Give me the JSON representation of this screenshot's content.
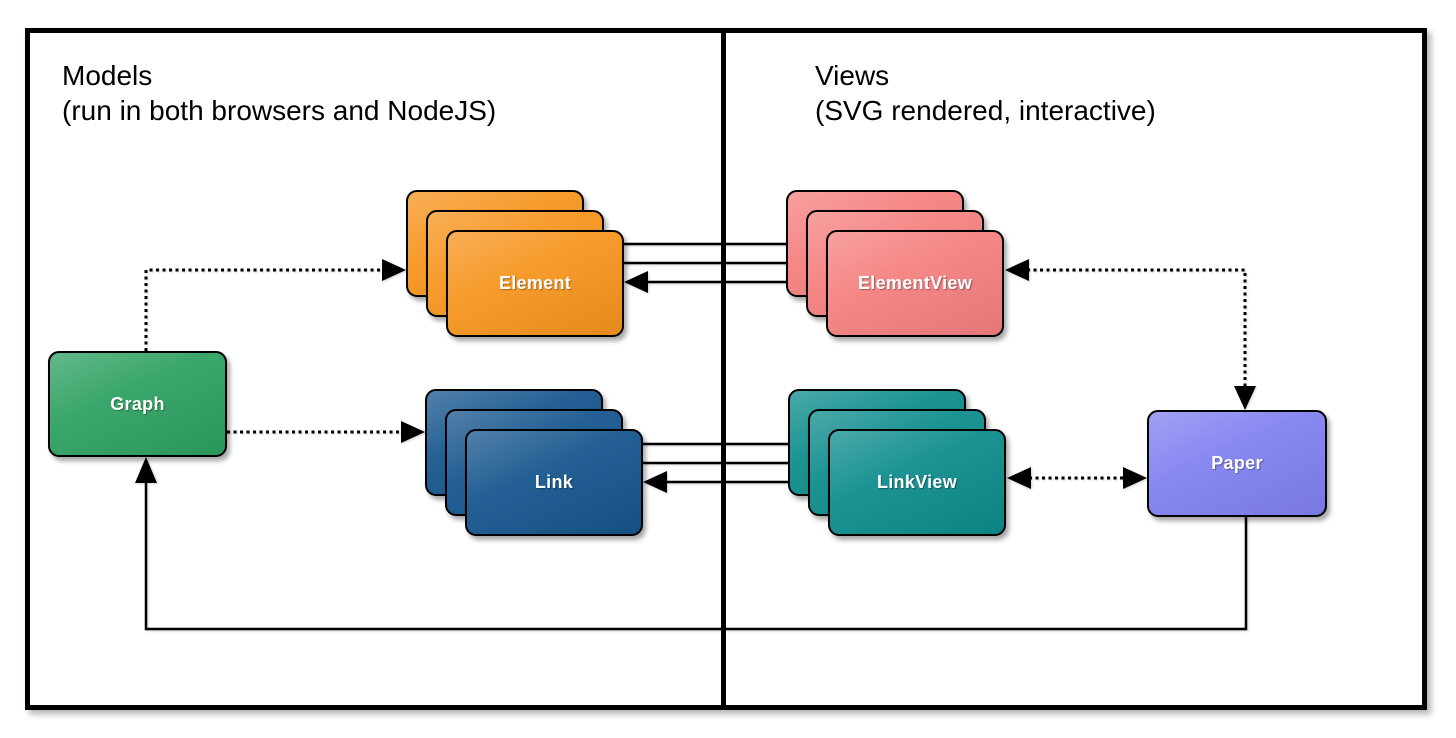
{
  "panels": {
    "models": {
      "title": "Models",
      "subtitle": "(run in both browsers and NodeJS)"
    },
    "views": {
      "title": "Views",
      "subtitle": "(SVG rendered, interactive)"
    }
  },
  "nodes": {
    "graph": {
      "label": "Graph",
      "color": "#2EA162",
      "stack_count": 1
    },
    "element": {
      "label": "Element",
      "color": "#F6951F",
      "stack_count": 3
    },
    "link": {
      "label": "Link",
      "color": "#16568E",
      "stack_count": 3
    },
    "element_view": {
      "label": "ElementView",
      "color": "#F58080",
      "stack_count": 3
    },
    "link_view": {
      "label": "LinkView",
      "color": "#0E8C8C",
      "stack_count": 3
    },
    "paper": {
      "label": "Paper",
      "color": "#8181F1",
      "stack_count": 1
    }
  },
  "edges": [
    {
      "from": "graph",
      "to": "element",
      "style": "dotted",
      "arrow": "to"
    },
    {
      "from": "graph",
      "to": "link",
      "style": "dotted",
      "arrow": "to"
    },
    {
      "from": "element_view",
      "to": "element",
      "style": "solid",
      "lines": 3,
      "arrow": "to"
    },
    {
      "from": "link_view",
      "to": "link",
      "style": "solid",
      "lines": 3,
      "arrow": "to"
    },
    {
      "from": "paper",
      "to": "element_view",
      "style": "dotted",
      "arrow": "both"
    },
    {
      "from": "paper",
      "to": "link_view",
      "style": "dotted",
      "arrow": "both"
    },
    {
      "from": "paper",
      "to": "graph",
      "style": "solid",
      "arrow": "to"
    }
  ],
  "colors": {
    "background": "#FFFFFF",
    "frame": "#000000",
    "line": "#000000",
    "title_text": "#000000",
    "label_text": "#FFFFFF"
  }
}
